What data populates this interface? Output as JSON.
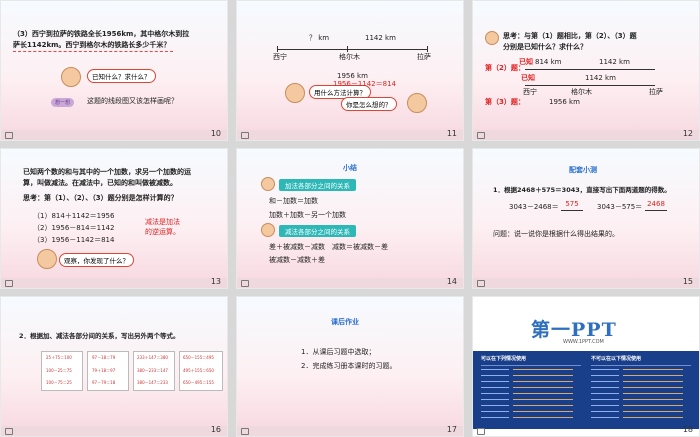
{
  "slides": [
    {
      "number": "10",
      "line1": "（3）西宁到拉萨的铁路全长1956km，其中格尔木到拉",
      "line2": "萨长1142km。西宁到格尔木的铁路长多少千米？",
      "bubble": "已知什么？求什么？",
      "badge": "想一想",
      "question": "这题的线段图又该怎样画呢？"
    },
    {
      "number": "11",
      "seg_left": "？ km",
      "seg_right": "1142 km",
      "place1": "西宁",
      "place2": "格尔木",
      "place3": "拉萨",
      "total": "1956 km",
      "bubble1": "用什么方法计算？",
      "eq": "1956－1142＝814",
      "bubble2": "你是怎么想的？"
    },
    {
      "number": "12",
      "line1": "思考：与第（1）题相比，第（2）、（3）题",
      "line2": "分别是已知什么？求什么？",
      "known2": "已知",
      "seg2_left": "814 km",
      "seg2_right": "1142 km",
      "label2": "第（2）题：",
      "known3": "已知",
      "seg3": "1142 km",
      "label3": "第（3）题：",
      "place1": "西宁",
      "place2": "格尔木",
      "place3": "拉萨",
      "total3": "1956 km"
    },
    {
      "number": "13",
      "line1": "已知两个数的和与其中的一个加数，求另一个加数的运",
      "line2": "算，叫做减法。在减法中，已知的和叫做被减数。",
      "think": "思考：第（1）、（2）、（3）题分别是怎样计算的？",
      "eq1": "（1）814＋1142＝1956",
      "eq2": "（2）1956－814＝1142",
      "eq3": "（3）1956－1142＝814",
      "note1": "减法是加法",
      "note2": "的逆运算。",
      "bubble": "观察，你发现了什么？"
    },
    {
      "number": "14",
      "title": "小结",
      "tab1": "加法各部分之间的关系",
      "r1": "和－加数＝加数",
      "r2": "加数＋加数－另一个加数",
      "tab2": "减法各部分之间的关系",
      "r3": "差＋被减数－减数　减数＝被减数－差",
      "r4": "被减数－减数＋差"
    },
    {
      "number": "15",
      "title": "配套小测",
      "q": "1．根据2468＋575＝3043，直接写出下面两道题的得数。",
      "eqa": "3043－2468＝",
      "ansa": "575",
      "eqb": "3043－575＝",
      "ansb": "2468",
      "note": "问题：说一说你是根据什么得出结果的。"
    },
    {
      "number": "16",
      "q": "2．根据加、减法各部分间的关系，写出另外两个等式。",
      "t1": [
        "25＋75＝100",
        "100－25＝75",
        "100－75＝25"
      ],
      "t2": [
        "97－18＝79",
        "79＋18＝97",
        "97－79＝18"
      ],
      "t3": [
        "233＋147＝380",
        "380－233＝147",
        "380－147＝233"
      ],
      "t4": [
        "650－155＝495",
        "495＋155＝650",
        "650－495＝155"
      ]
    },
    {
      "number": "17",
      "title": "课后作业",
      "i1": "1．从课后习题中选取；",
      "i2": "2．完成练习册本课时的习题。"
    },
    {
      "number": "18",
      "logo": "第一PPT",
      "url": "WWW.1PPT.COM",
      "can_title": "可以在下列情况使用",
      "cannot_title": "不可以在以下情况使用"
    }
  ],
  "colors": {
    "red": "#e02020",
    "blue": "#1f4fb5",
    "teal": "#2db7b7"
  }
}
